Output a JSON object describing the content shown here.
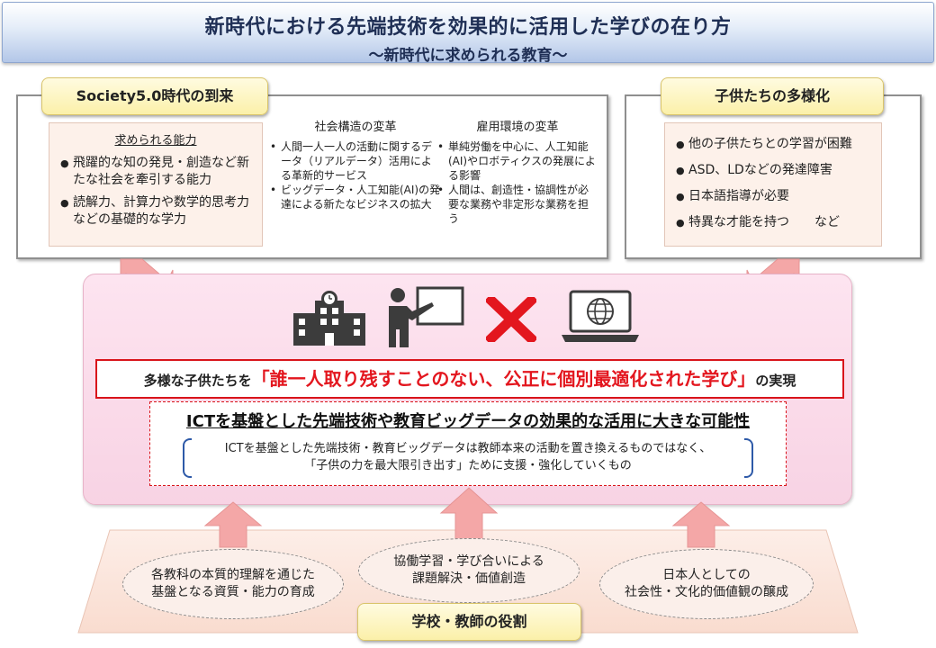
{
  "title": {
    "main": "新時代における先端技術を効果的に活用した学びの在り方",
    "sub": "～新時代に求められる教育～"
  },
  "society": {
    "tab_label": "Society5.0時代の到来",
    "ability": {
      "heading": "求められる能力",
      "items": [
        "飛躍的な知の発見・創造など新たな社会を牽引する能力",
        "読解力、計算力や数学的思考力などの基礎的な学力"
      ]
    },
    "social_change": {
      "heading": "社会構造の変革",
      "items": [
        "人間一人一人の活動に関するデータ（リアルデータ）活用による革新的サービス",
        "ビッグデータ・人工知能(AI)の発達による新たなビジネスの拡大"
      ]
    },
    "employment_change": {
      "heading": "雇用環境の変革",
      "items": [
        "単純労働を中心に、人工知能(AI)やロボティクスの発展による影響",
        "人間は、創造性・協調性が必要な業務や非定形な業務を担う"
      ]
    }
  },
  "children": {
    "tab_label": "子供たちの多様化",
    "items": [
      "他の子供たちとの学習が困難",
      "ASD、LDなどの発達障害",
      "日本語指導が必要",
      "特異な才能を持つ　　など"
    ]
  },
  "center": {
    "icons": [
      "school-building-icon",
      "teacher-board-icon",
      "cross-icon",
      "laptop-globe-icon"
    ],
    "goal_prefix": "多様な子供たちを",
    "goal_highlight": "「誰一人取り残すことのない、公正に個別最適化された学び」",
    "goal_suffix": "の実現",
    "ict_heading": "ICTを基盤とした先端技術や教育ビッグデータの効果的な活用に大きな可能性",
    "ict_note_line1": "ICTを基盤とした先端技術・教育ビッグデータは教師本来の活動を置き換えるものではなく、",
    "ict_note_line2": "「子供の力を最大限引き出す」ために支援・強化していくもの"
  },
  "role": {
    "tab_label": "学校・教師の役割",
    "items": [
      {
        "line1": "各教科の本質的理解を通じた",
        "line2": "基盤となる資質・能力の育成"
      },
      {
        "line1": "協働学習・学び合いによる",
        "line2": "課題解決・価値創造"
      },
      {
        "line1": "日本人としての",
        "line2": "社会性・文化的価値観の醸成"
      }
    ]
  },
  "colors": {
    "title_text": "#1f2f55",
    "accent_red": "#e3161e",
    "arrow_pink": "#f4a7a7",
    "center_pink": "#f8d3e4",
    "tab_yellow": "#fbf0a9",
    "icon_dark": "#3c3c3c",
    "bracket_blue": "#2e5aa8"
  }
}
